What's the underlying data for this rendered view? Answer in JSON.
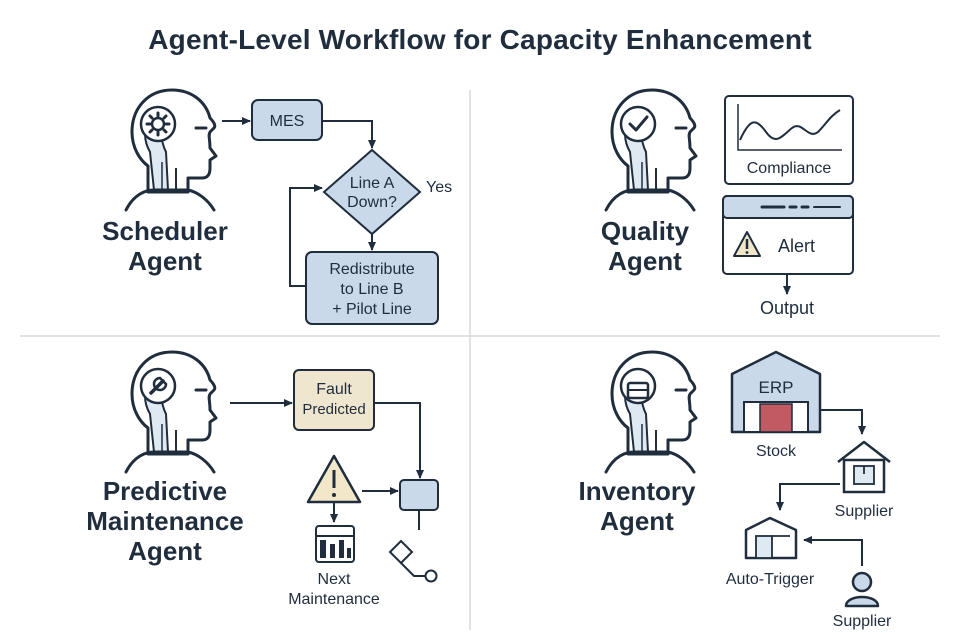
{
  "title": "Agent-Level Workflow for Capacity Enhancement",
  "colors": {
    "stroke": "#1f2d3d",
    "head_fill": "#dfe9f2",
    "box_blue": "#c9d9ea",
    "box_cream": "#efe6cf",
    "alert_fill": "#f2e8c9",
    "erp_red": "#c25a63",
    "divider": "#d5d9de"
  },
  "scheduler": {
    "name_line1": "Scheduler",
    "name_line2": "Agent",
    "head_icon": "gear-icon",
    "mes_label": "MES",
    "decision_line1": "Line A",
    "decision_line2": "Down?",
    "yes_label": "Yes",
    "redistribute_line1": "Redistribute",
    "redistribute_line2": "to Line B",
    "redistribute_line3": "+ Pilot Line"
  },
  "quality": {
    "name_line1": "Quality",
    "name_line2": "Agent",
    "head_icon": "checkmark-icon",
    "compliance_label": "Compliance",
    "alert_label": "Alert",
    "output_label": "Output"
  },
  "maintenance": {
    "name_line1": "Predictive",
    "name_line2": "Maintenance",
    "name_line3": "Agent",
    "head_icon": "wrench-icon",
    "fault_line1": "Fault",
    "fault_line2": "Predicted",
    "next_line1": "Next",
    "next_line2": "Maintenance"
  },
  "inventory": {
    "name_line1": "Inventory",
    "name_line2": "Agent",
    "head_icon": "box-icon",
    "erp_label": "ERP",
    "stock_label": "Stock",
    "supplier_label_1": "Supplier",
    "auto_trigger_label": "Auto-Trigger",
    "supplier_label_2": "Supplier"
  }
}
